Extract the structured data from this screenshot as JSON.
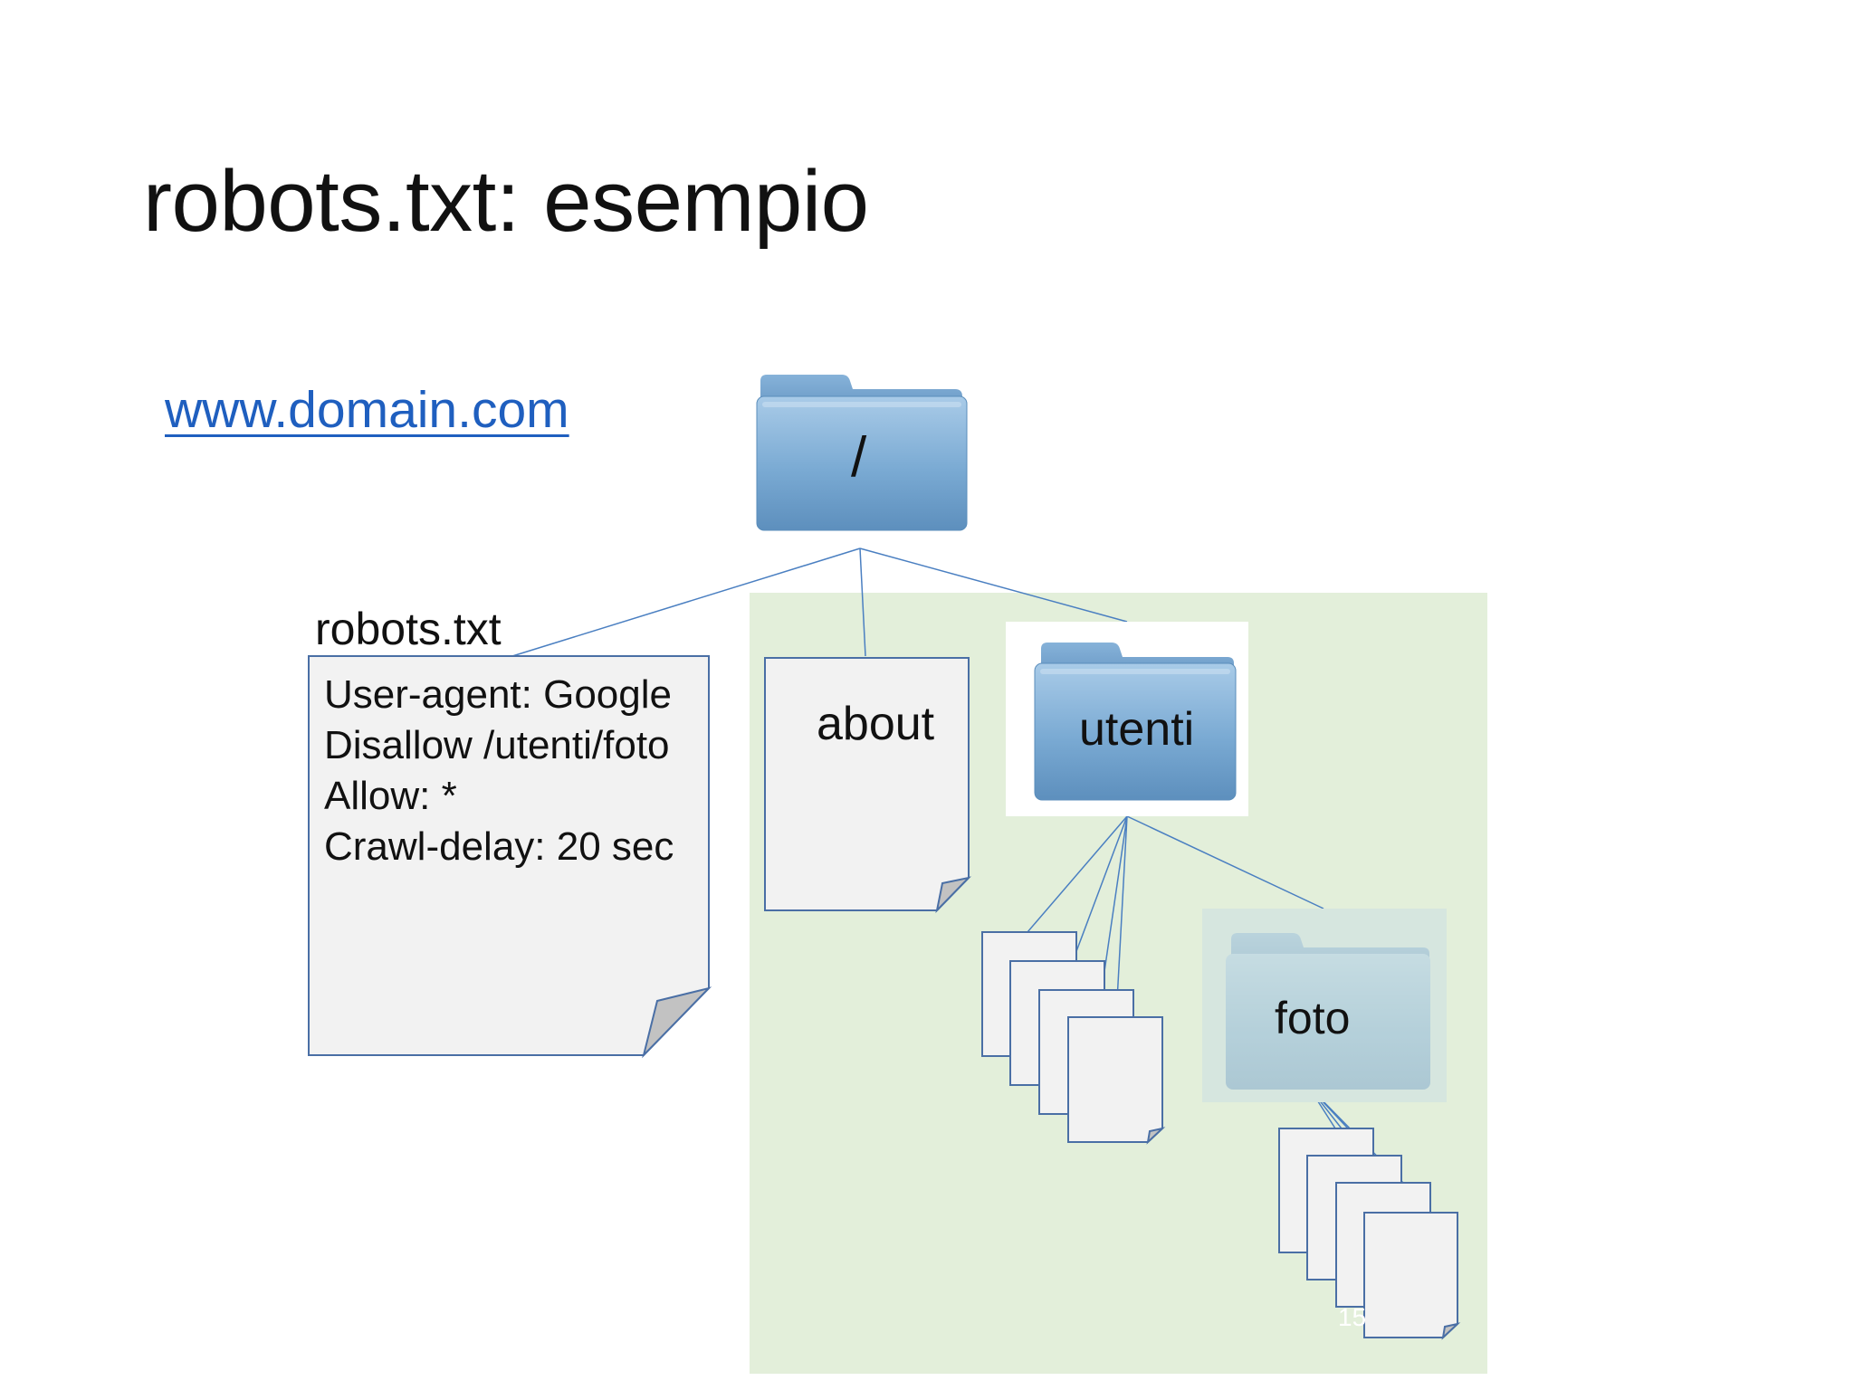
{
  "title": "robots.txt: esempio",
  "domain_link": "www.domain.com",
  "root_folder_label": "/",
  "robots_file": {
    "label": "robots.txt",
    "lines": [
      "User-agent: Google",
      "Disallow /utenti/foto",
      "Allow: *",
      "Crawl-delay: 20 sec"
    ]
  },
  "about_label": "about",
  "utenti_label": "utenti",
  "foto_label": "foto",
  "slide_number": "15",
  "colors": {
    "allowed_area": "#e3efda",
    "folder": "#7aaad3",
    "line": "#4a7fc1",
    "link": "#1f5fbf",
    "page_fill": "#f2f2f2"
  }
}
